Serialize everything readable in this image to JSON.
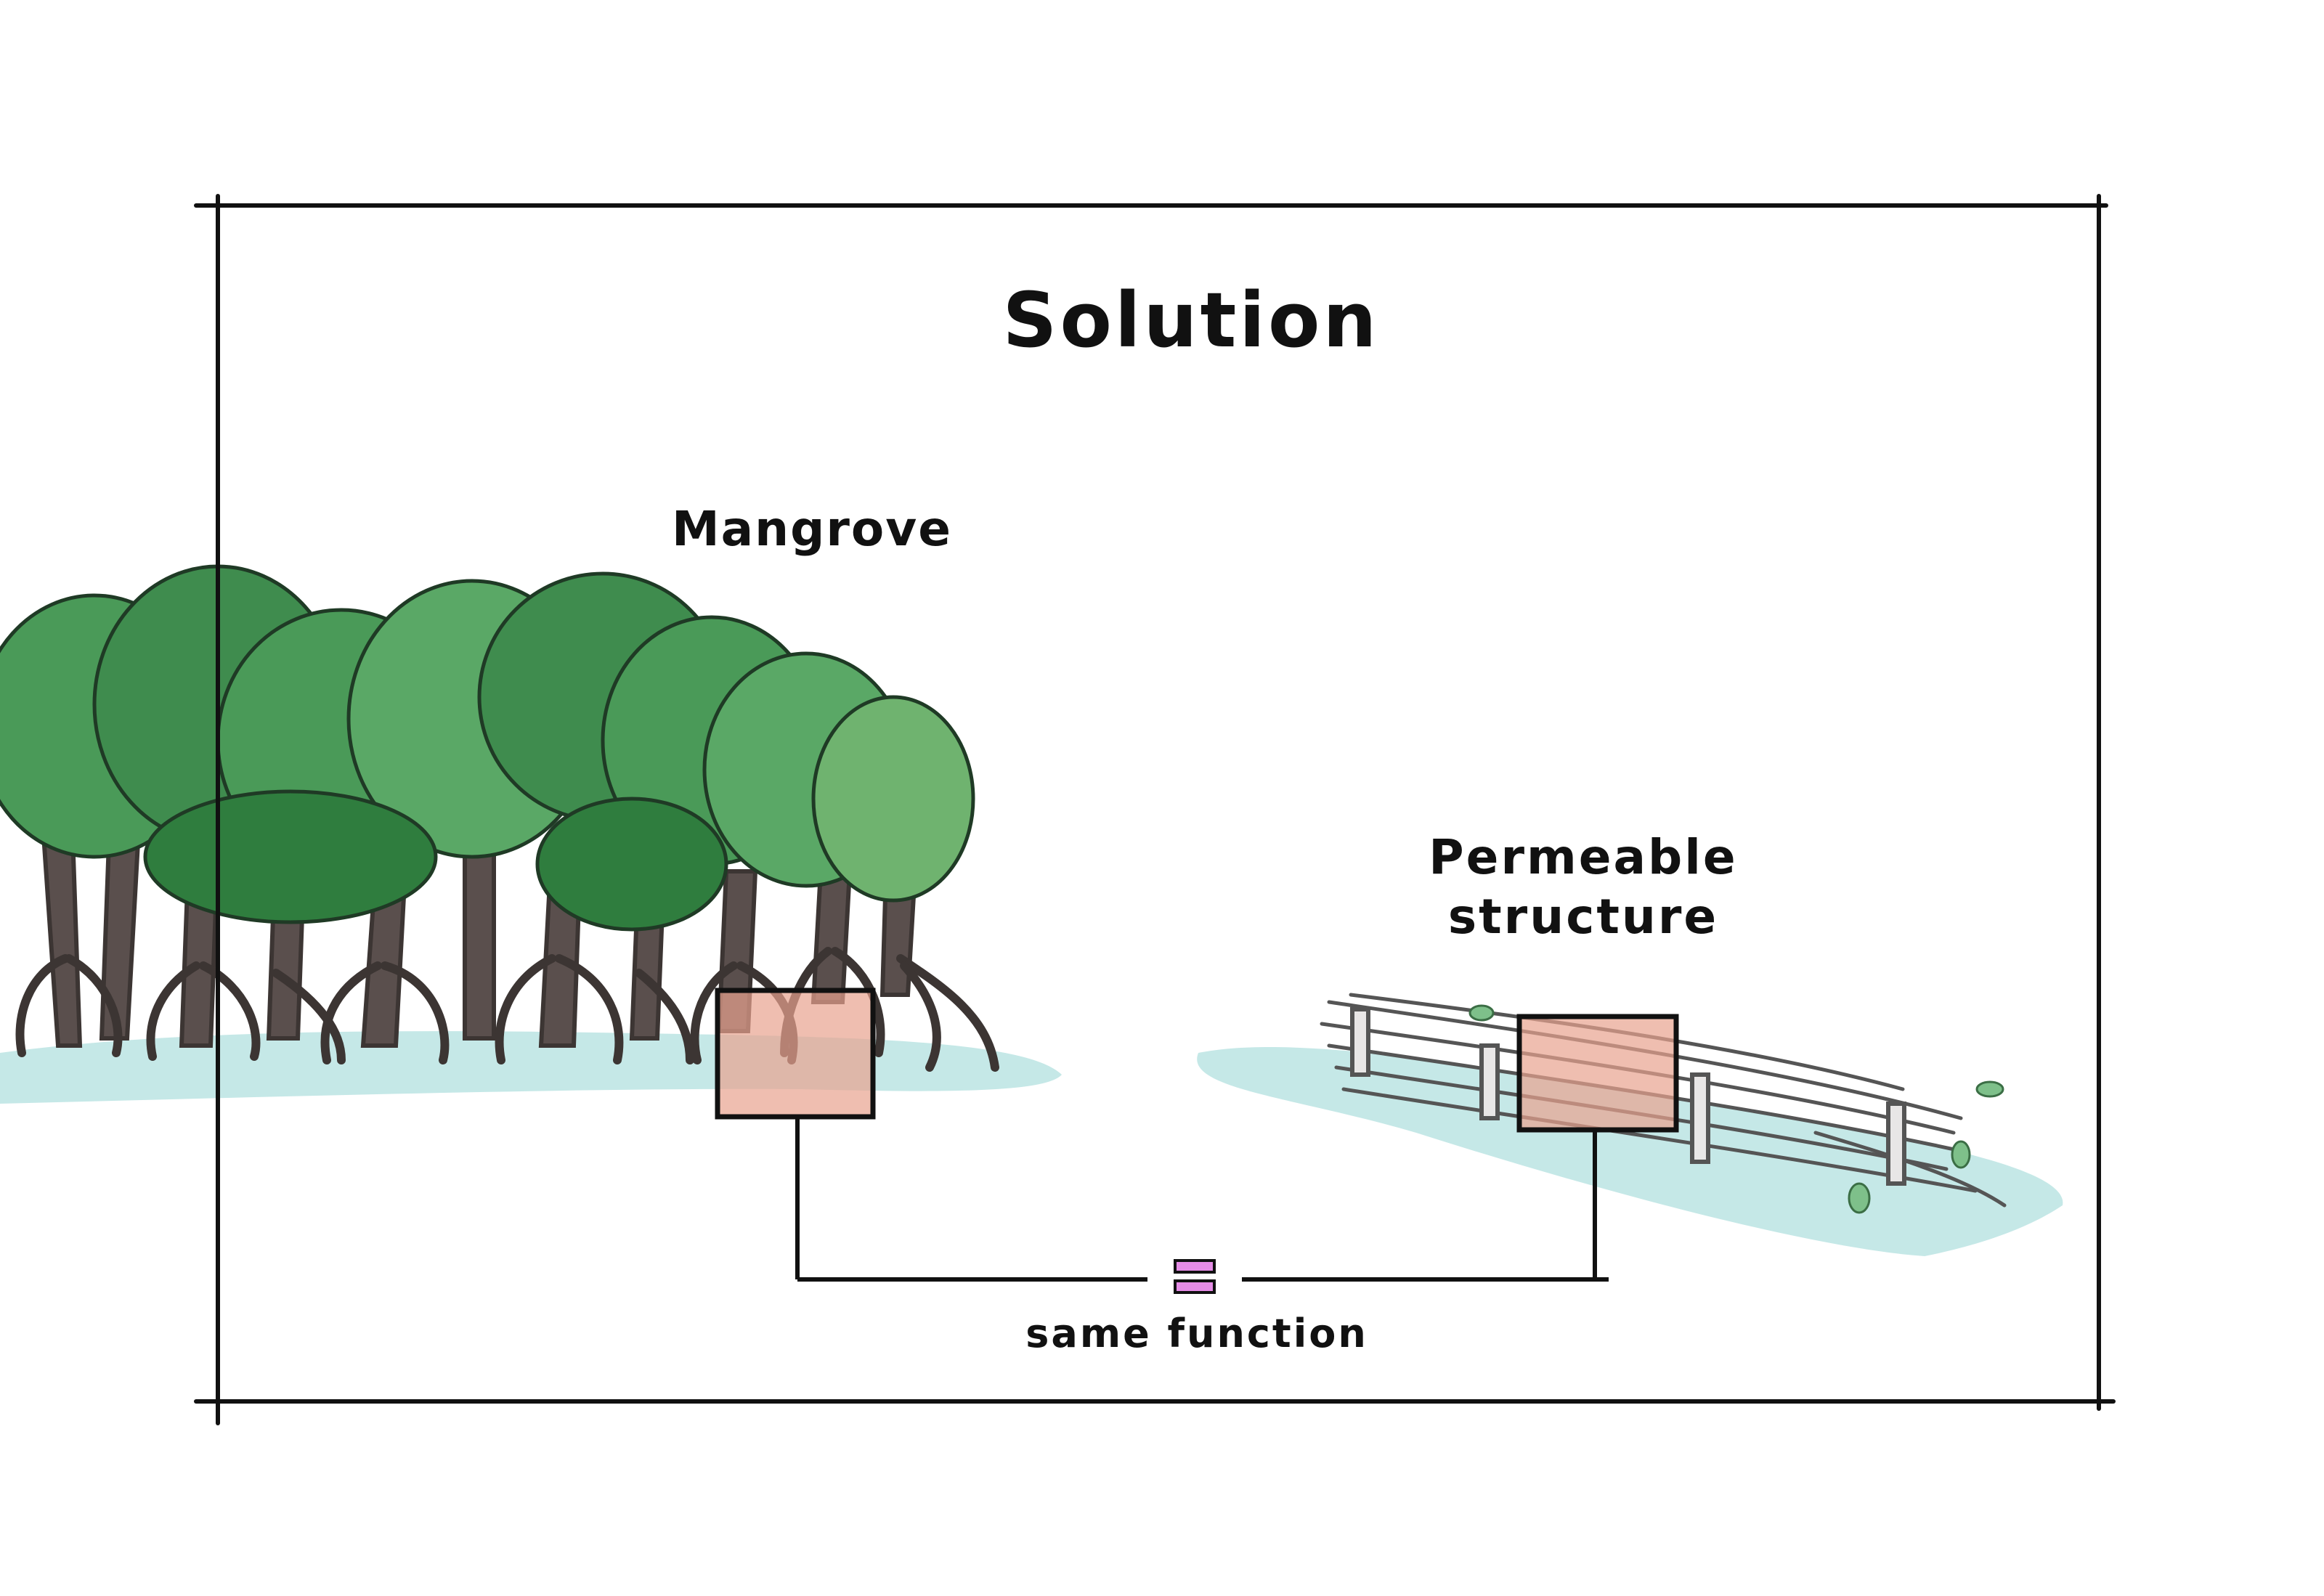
{
  "diagram": {
    "title": "Solution",
    "left_item": {
      "label": "Mangrove",
      "icon": "mangrove-forest-illustration"
    },
    "right_item": {
      "label_line1": "Permeable",
      "label_line2": "structure",
      "icon": "brushwood-bundle-illustration"
    },
    "connector": {
      "label": "same function",
      "symbol": "equals-icon"
    },
    "colors": {
      "foliage_dark": "#2f7d3e",
      "foliage": "#4a9a58",
      "foliage_light": "#6fb36f",
      "trunk": "#5a4f4d",
      "water": "#bfe6e4",
      "highlight_box": "#e8a38e",
      "equals_sign": "#e58ce6",
      "ink": "#111111",
      "wood": "#d9d6d6"
    }
  }
}
